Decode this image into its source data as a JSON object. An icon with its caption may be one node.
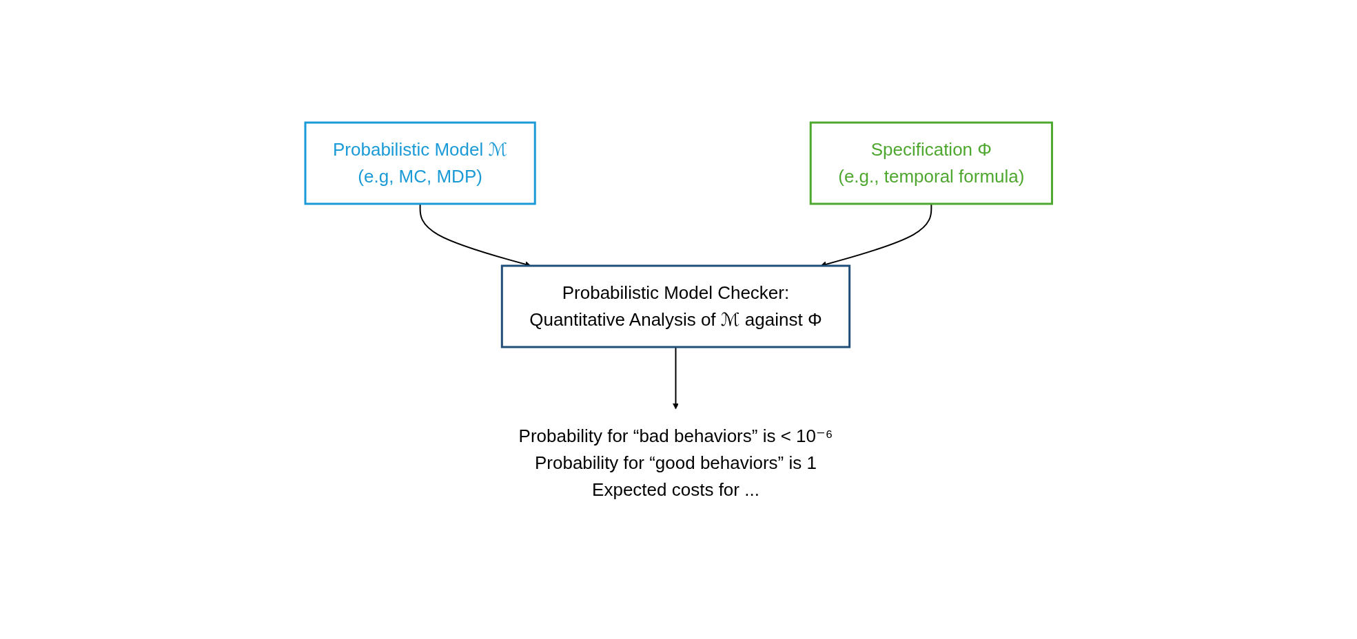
{
  "diagram": {
    "nodes": [
      {
        "text": [
          "Probabilistic Model ℳ",
          "(e.g, MC, MDP)"
        ]
      },
      {
        "text": [
          "Specification Φ",
          "(e.g., temporal formula)"
        ]
      },
      {
        "text": [
          "Probabilistic Model Checker:",
          "Quantitative Analysis of ℳ against Φ"
        ]
      },
      {
        "text": [
          "Probability for “bad behaviors” is < 10⁻⁶",
          "Probability for “good behaviors” is 1",
          "Expected costs for ..."
        ]
      }
    ],
    "edges": [
      {
        "from": 0,
        "to": 2,
        "arrow": "to"
      },
      {
        "from": 1,
        "to": 2,
        "arrow": "to"
      },
      {
        "from": 2,
        "to": 3,
        "arrow": "to"
      }
    ]
  }
}
